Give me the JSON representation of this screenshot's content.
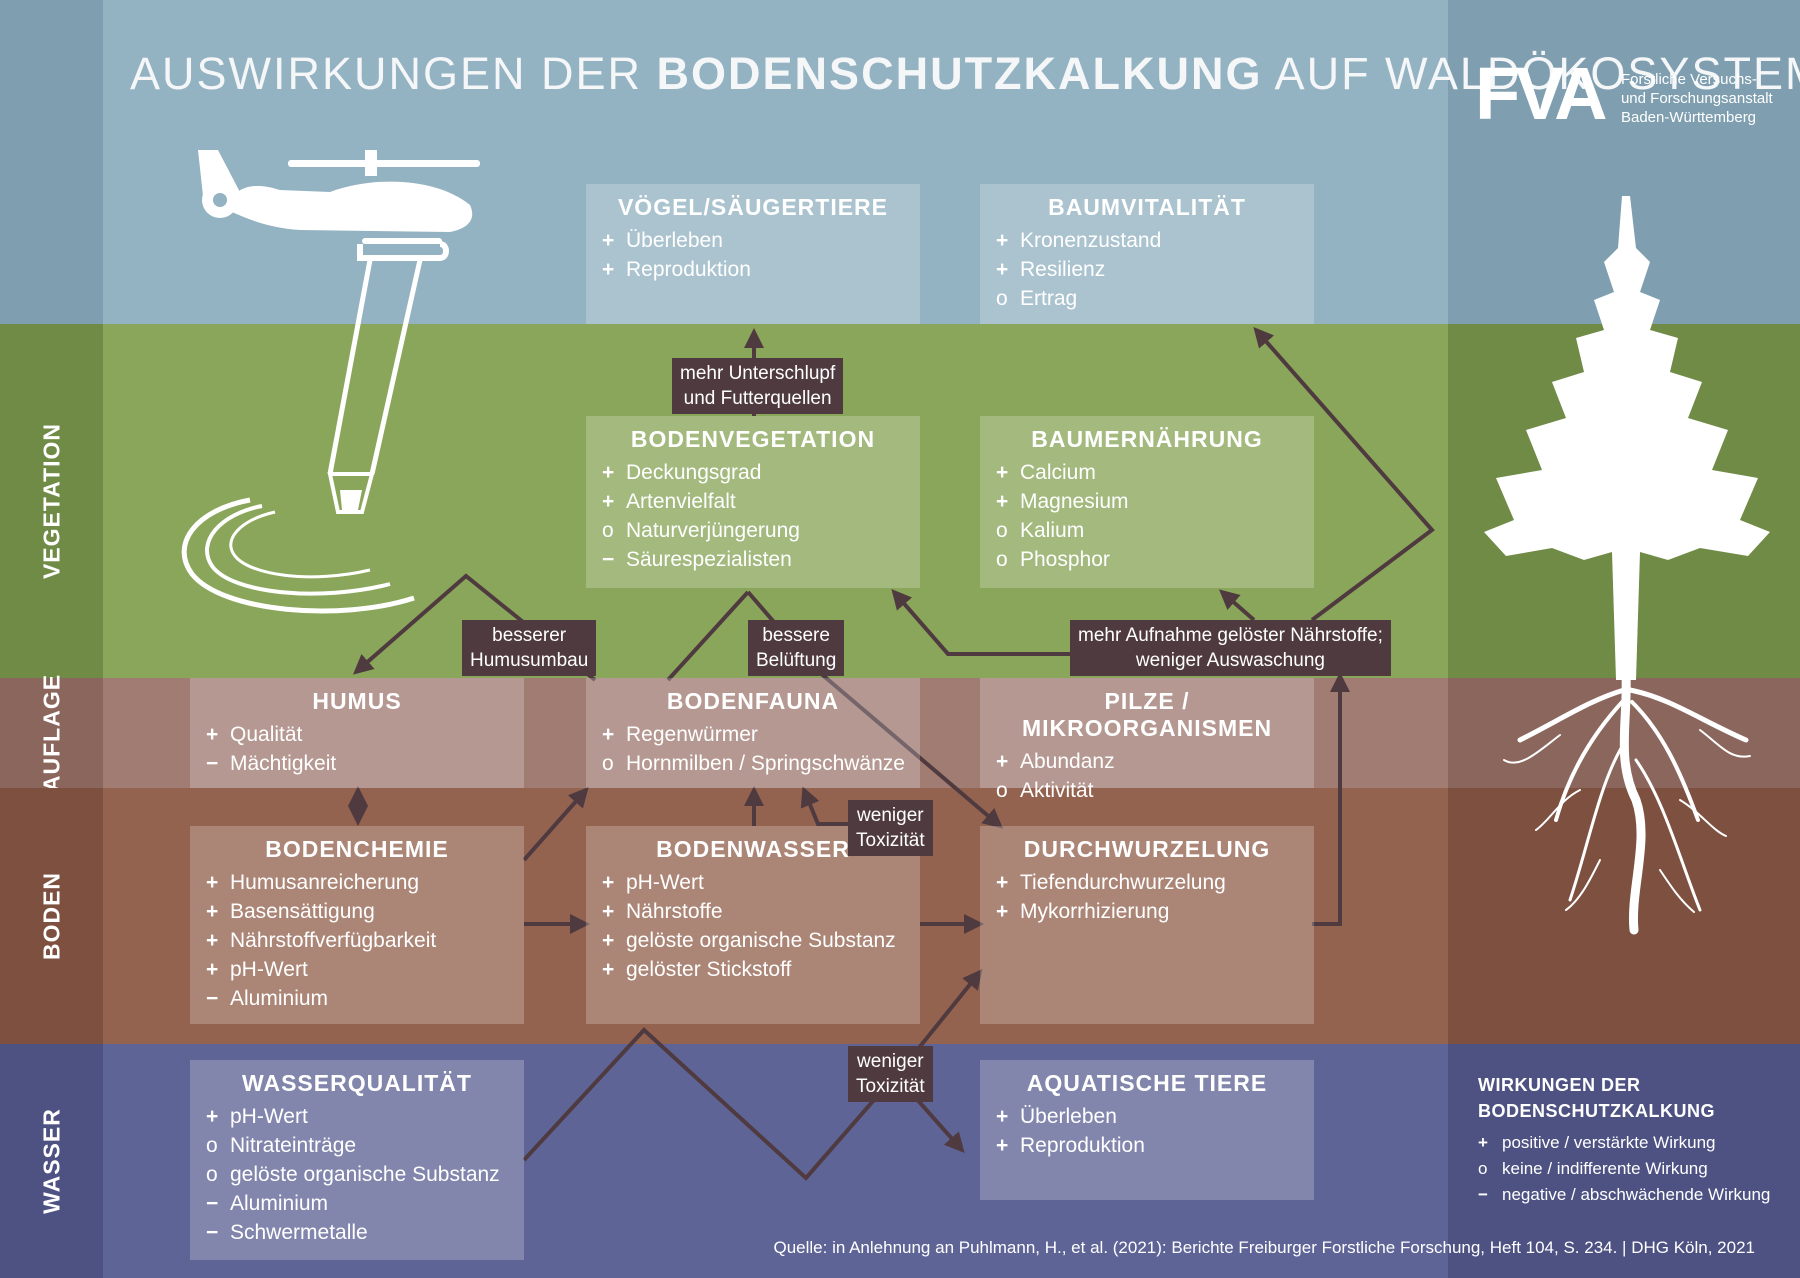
{
  "title": {
    "prefix": "AUSWIRKUNGEN DER ",
    "bold": "BODENSCHUTZKALKUNG",
    "suffix": " AUF WALDÖKOSYSTEME"
  },
  "logo": {
    "mark": "FVA",
    "line1": "Forstliche Versuchs-",
    "line2": "und Forschungsanstalt",
    "line3": "Baden-Württemberg"
  },
  "bands": {
    "vegetation": {
      "label": "VEGETATION",
      "color": "#8aa65a"
    },
    "auflage": {
      "label": "AUFLAGE",
      "color": "#a07c72"
    },
    "boden": {
      "label": "BODEN",
      "color": "#946350"
    },
    "wasser": {
      "label": "WASSER",
      "color": "#5f6497"
    },
    "sky": {
      "color": "#93b2c2"
    }
  },
  "boxes": {
    "voegel": {
      "title": "VÖGEL/SÄUGERTIERE",
      "items": [
        {
          "sym": "+",
          "text": "Überleben"
        },
        {
          "sym": "+",
          "text": "Reproduktion"
        }
      ]
    },
    "baumvitalitaet": {
      "title": "BAUMVITALITÄT",
      "items": [
        {
          "sym": "+",
          "text": "Kronenzustand"
        },
        {
          "sym": "+",
          "text": "Resilienz"
        },
        {
          "sym": "o",
          "text": "Ertrag"
        }
      ]
    },
    "bodenvegetation": {
      "title": "BODENVEGETATION",
      "items": [
        {
          "sym": "+",
          "text": "Deckungsgrad"
        },
        {
          "sym": "+",
          "text": "Artenvielfalt"
        },
        {
          "sym": "o",
          "text": "Naturverjüngerung"
        },
        {
          "sym": "−",
          "text": "Säurespezialisten"
        }
      ]
    },
    "baumernaehrung": {
      "title": "BAUMERNÄHRUNG",
      "items": [
        {
          "sym": "+",
          "text": "Calcium"
        },
        {
          "sym": "+",
          "text": "Magnesium"
        },
        {
          "sym": "o",
          "text": "Kalium"
        },
        {
          "sym": "o",
          "text": "Phosphor"
        }
      ]
    },
    "humus": {
      "title": "HUMUS",
      "items": [
        {
          "sym": "+",
          "text": "Qualität"
        },
        {
          "sym": "−",
          "text": "Mächtigkeit"
        }
      ]
    },
    "bodenfauna": {
      "title": "BODENFAUNA",
      "items": [
        {
          "sym": "+",
          "text": "Regenwürmer"
        },
        {
          "sym": "o",
          "text": "Hornmilben / Springschwänze"
        }
      ]
    },
    "pilze": {
      "title": "PILZE / MIKROORGANISMEN",
      "items": [
        {
          "sym": "+",
          "text": "Abundanz"
        },
        {
          "sym": "o",
          "text": "Aktivität"
        }
      ]
    },
    "bodenchemie": {
      "title": "BODENCHEMIE",
      "items": [
        {
          "sym": "+",
          "text": "Humusanreicherung"
        },
        {
          "sym": "+",
          "text": "Basensättigung"
        },
        {
          "sym": "+",
          "text": "Nährstoffverfügbarkeit"
        },
        {
          "sym": "+",
          "text": "pH-Wert"
        },
        {
          "sym": "−",
          "text": "Aluminium"
        }
      ]
    },
    "bodenwasser": {
      "title": "BODENWASSER",
      "items": [
        {
          "sym": "+",
          "text": "pH-Wert"
        },
        {
          "sym": "+",
          "text": "Nährstoffe"
        },
        {
          "sym": "+",
          "text": "gelöste organische Substanz"
        },
        {
          "sym": "+",
          "text": "gelöster Stickstoff"
        }
      ]
    },
    "durchwurzelung": {
      "title": "DURCHWURZELUNG",
      "items": [
        {
          "sym": "+",
          "text": "Tiefendurchwurzelung"
        },
        {
          "sym": "+",
          "text": "Mykorrhizierung"
        }
      ]
    },
    "wasserqualitaet": {
      "title": "WASSERQUALITÄT",
      "items": [
        {
          "sym": "+",
          "text": "pH-Wert"
        },
        {
          "sym": "o",
          "text": "Nitrateinträge"
        },
        {
          "sym": "o",
          "text": "gelöste organische Substanz"
        },
        {
          "sym": "−",
          "text": "Aluminium"
        },
        {
          "sym": "−",
          "text": "Schwermetalle"
        }
      ]
    },
    "aquatische": {
      "title": "AQUATISCHE TIERE",
      "items": [
        {
          "sym": "+",
          "text": "Überleben"
        },
        {
          "sym": "+",
          "text": "Reproduktion"
        }
      ]
    }
  },
  "labels": {
    "unterschlupf": {
      "line1": "mehr Unterschlupf",
      "line2": "und Futterquellen"
    },
    "humusumbau": {
      "line1": "besserer",
      "line2": "Humusumbau"
    },
    "belueftung": {
      "line1": "bessere",
      "line2": "Belüftung"
    },
    "aufnahme": {
      "line1": "mehr Aufnahme gelöster Nährstoffe;",
      "line2": "weniger Auswaschung"
    },
    "toxizitaet1": {
      "line1": "weniger",
      "line2": "Toxizität"
    },
    "toxizitaet2": {
      "line1": "weniger",
      "line2": "Toxizität"
    }
  },
  "legend": {
    "title1": "WIRKUNGEN DER",
    "title2": "BODENSCHUTZKALKUNG",
    "items": [
      {
        "sym": "+",
        "text": "positive / verstärkte Wirkung"
      },
      {
        "sym": "o",
        "text": "keine / indifferente Wirkung"
      },
      {
        "sym": "−",
        "text": "negative / abschwächende Wirkung"
      }
    ]
  },
  "source": "Quelle: in Anlehnung an Puhlmann, H., et al. (2021): Berichte Freiburger Forstliche Forschung, Heft 104, S. 234. | DHG Köln, 2021",
  "icons": [
    "helicopter-icon",
    "tree-icon",
    "water-ripple-icon"
  ]
}
